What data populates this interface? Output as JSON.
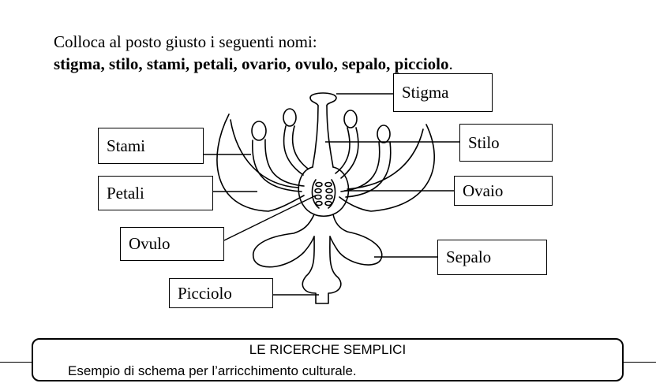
{
  "instruction": "Colloca al posto giusto i seguenti nomi:",
  "word_list": "stigma, stilo, stami, petali, ovario, ovulo, sepalo, picciolo",
  "word_list_end": ".",
  "labels": {
    "stigma": "Stigma",
    "stami": "Stami",
    "stilo": "Stilo",
    "petali": "Petali",
    "ovaio": "Ovaio",
    "ovulo": "Ovulo",
    "sepalo": "Sepalo",
    "picciolo": "Picciolo"
  },
  "footer": {
    "title": "LE RICERCHE SEMPLICI",
    "subtitle": "Esempio di schema per l’arricchimento culturale."
  }
}
